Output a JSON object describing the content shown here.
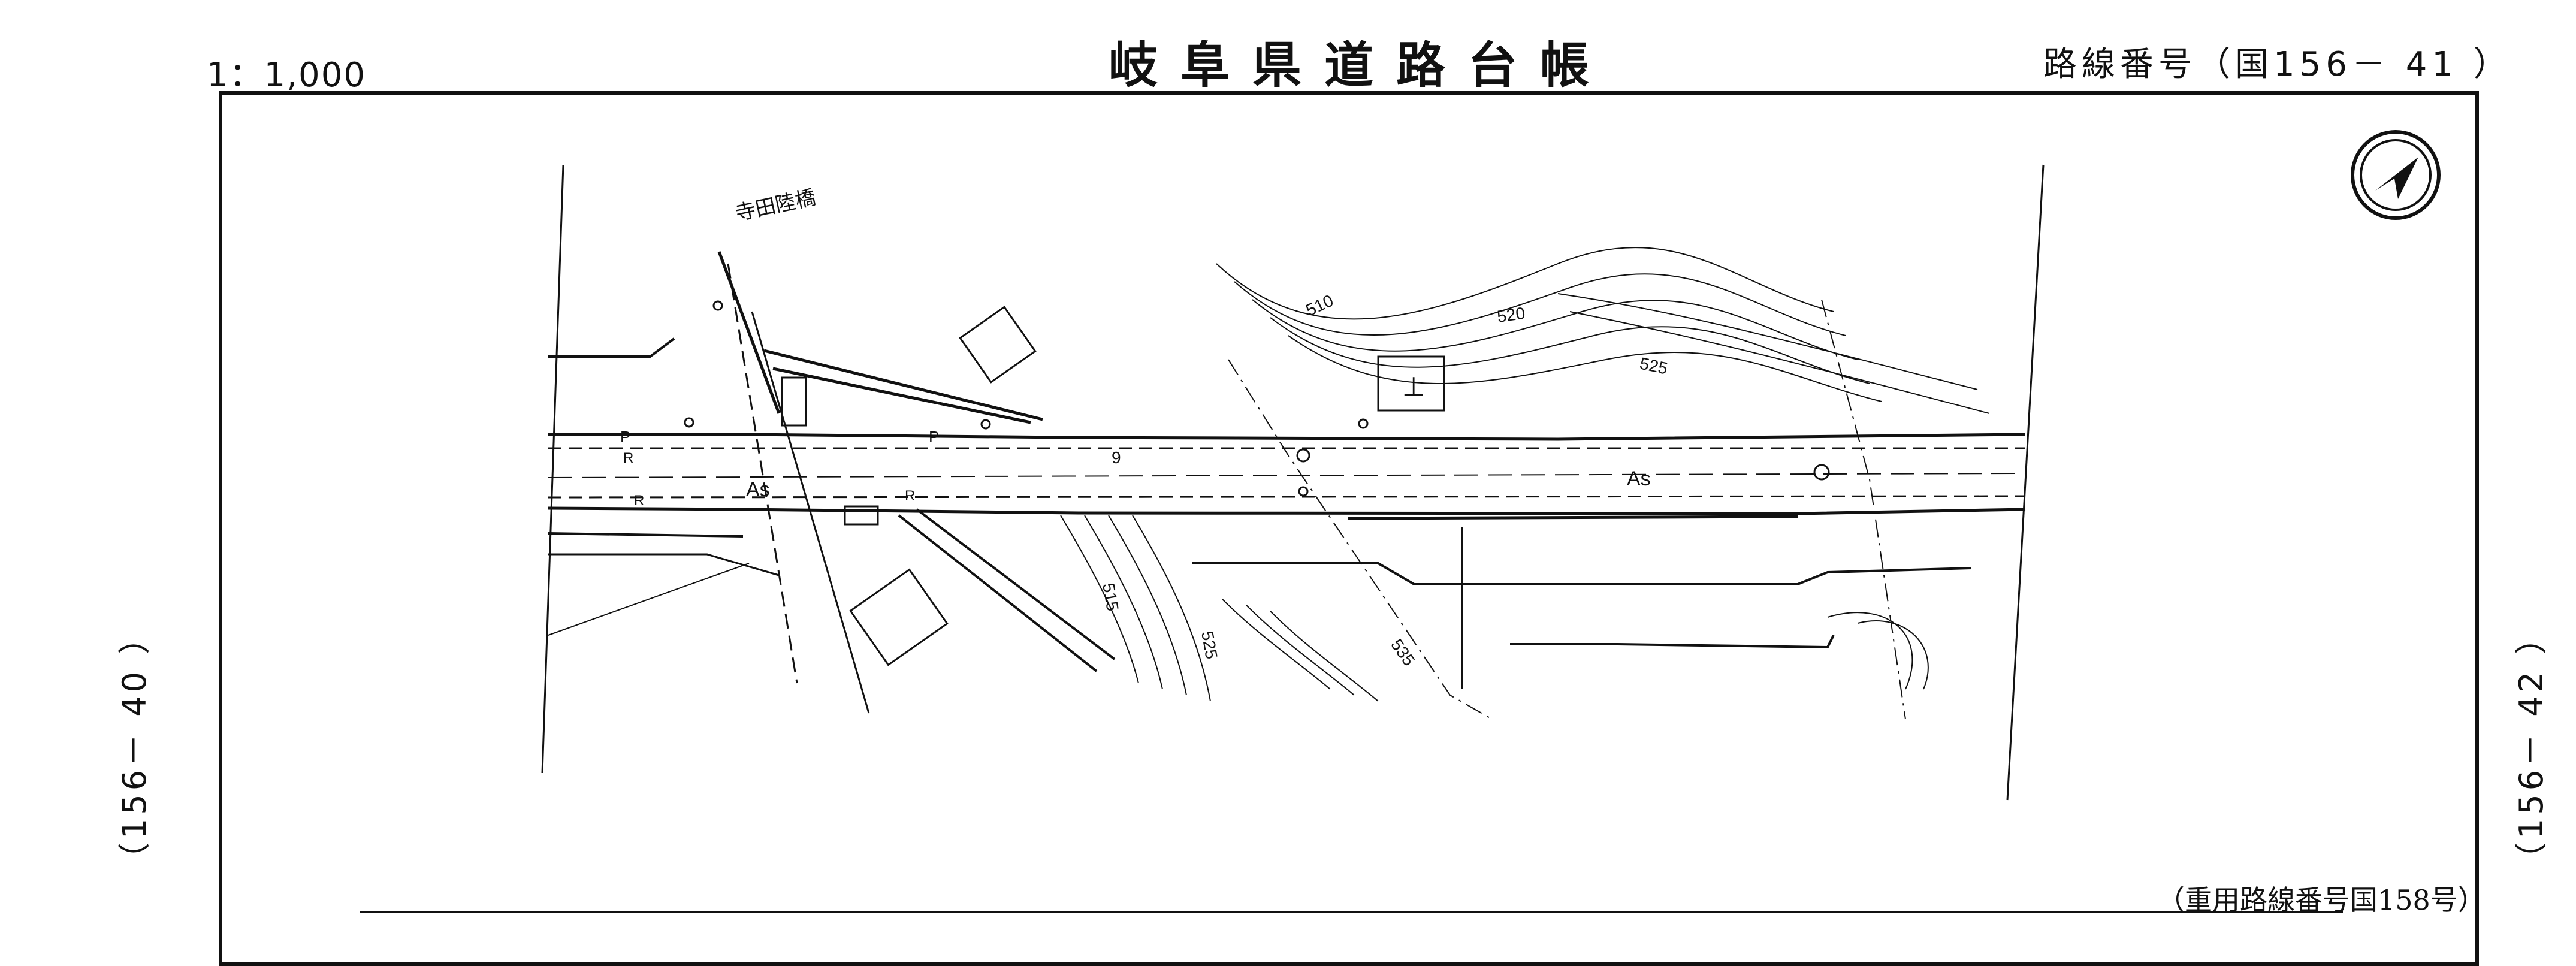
{
  "header": {
    "scale": "1：1,000",
    "title": "岐阜県道路台帳",
    "route_number": "路線番号（国156－ 41 ）"
  },
  "side_refs": {
    "previous": "（156－ 40 ）",
    "next": "（156－ 42 ）"
  },
  "note": {
    "overlap_route": "（重用路線番号国158号）"
  },
  "map_labels": {
    "bridge_name": "寺田陸橋",
    "pavement_left": "As",
    "pavement_right": "As",
    "contour_510": "510",
    "contour_515": "515",
    "contour_520": "520",
    "contour_525_upper": "525",
    "contour_525_lower": "525",
    "contour_535": "535",
    "km_post": "9",
    "marker_p1": "P",
    "marker_p2": "P",
    "marker_r1": "R",
    "marker_r2": "R",
    "marker_r3": "R",
    "shrine_symbol": "⊥"
  },
  "icons": {
    "north_arrow": "north-arrow-icon"
  },
  "colors": {
    "ink": "#111111",
    "paper": "#ffffff"
  }
}
